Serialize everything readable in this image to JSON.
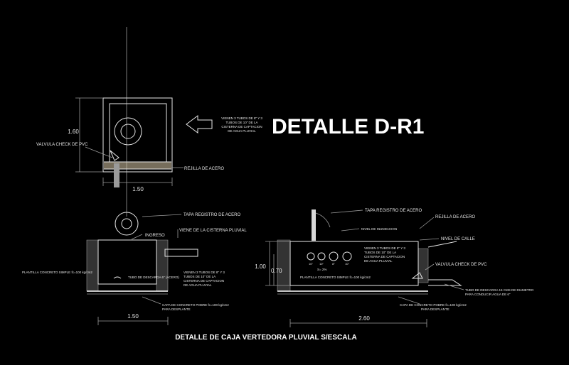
{
  "title": "DETALLE D-R1",
  "subtitle": "DETALLE DE CAJA VERTEDORA PLUVIAL S/ESCALA",
  "plan": {
    "dim_height": "1.60",
    "dim_width": "1.50",
    "label_valve": "VALVULA CHECK DE PVC",
    "label_grate": "REJILLA DE ACERO",
    "note_lines": [
      "VIENEN 3 TUBOS DE 8\" Y 3",
      "TUBOS DE 10\" DE LA",
      "CISTERNA DE CAPTACION",
      "DE AGUA PLUVIAL"
    ]
  },
  "section_left": {
    "label_lid": "TAPA REGISTRO DE ACERO",
    "label_inlet": "INGRESO",
    "label_from": "VIENE DE LA CISTERNA PLUVIAL",
    "label_slab": "PLANTILLA CONCRETO SIMPLE fc=100 kg/cm2",
    "label_discharge": "TUBO DE DESCARGA 6\" (ACERO)",
    "label_base": "CAPA DE CONCRETO POBRE fc=100 kg/cm2",
    "label_sub": "PARA DESPLANTE",
    "note_lines": [
      "VIENEN 3 TUBOS DE 8\" Y 3",
      "TUBOS DE 10\" DE LA",
      "CISTERNA DE CAPTACION",
      "DE AGUA PLUVIAL"
    ],
    "dim_width": "1.50"
  },
  "section_right": {
    "label_lid": "TAPA REGISTRO DE ACERO",
    "label_grate": "REJILLA DE ACERO",
    "label_flood": "NIVEL DE INUNDACION",
    "label_street": "NIVEL DE CALLE",
    "label_valve": "VALVULA CHECK DE PVC",
    "label_discharge_1": "TUBO DE DESCARGA 15 CMS DE DIAMETRO",
    "label_discharge_2": "PARA CONDUCIR AGUA DE 6\"",
    "label_slope": "S= 2%",
    "label_slab": "PLANTILLA CONCRETO SIMPLE fc=100 kg/cm2",
    "label_base": "CAPA DE CONCRETO POBRE fc=100 kg/cm2",
    "label_sub": "PARA DESPLANTE",
    "note_lines": [
      "VIENEN 3 TUBOS DE 8\" Y 3",
      "TUBOS DE 10\" DE LA",
      "CISTERNA DE CAPTACION",
      "DE AGUA PLUVIAL"
    ],
    "dim_1": "1.00",
    "dim_2": "0.70",
    "dim_width": "2.60",
    "pipe_labels": [
      "10\"",
      "10\"",
      "8\"",
      "10\""
    ]
  },
  "colors": {
    "background": "#000000",
    "lines": "#e8e8e8"
  }
}
